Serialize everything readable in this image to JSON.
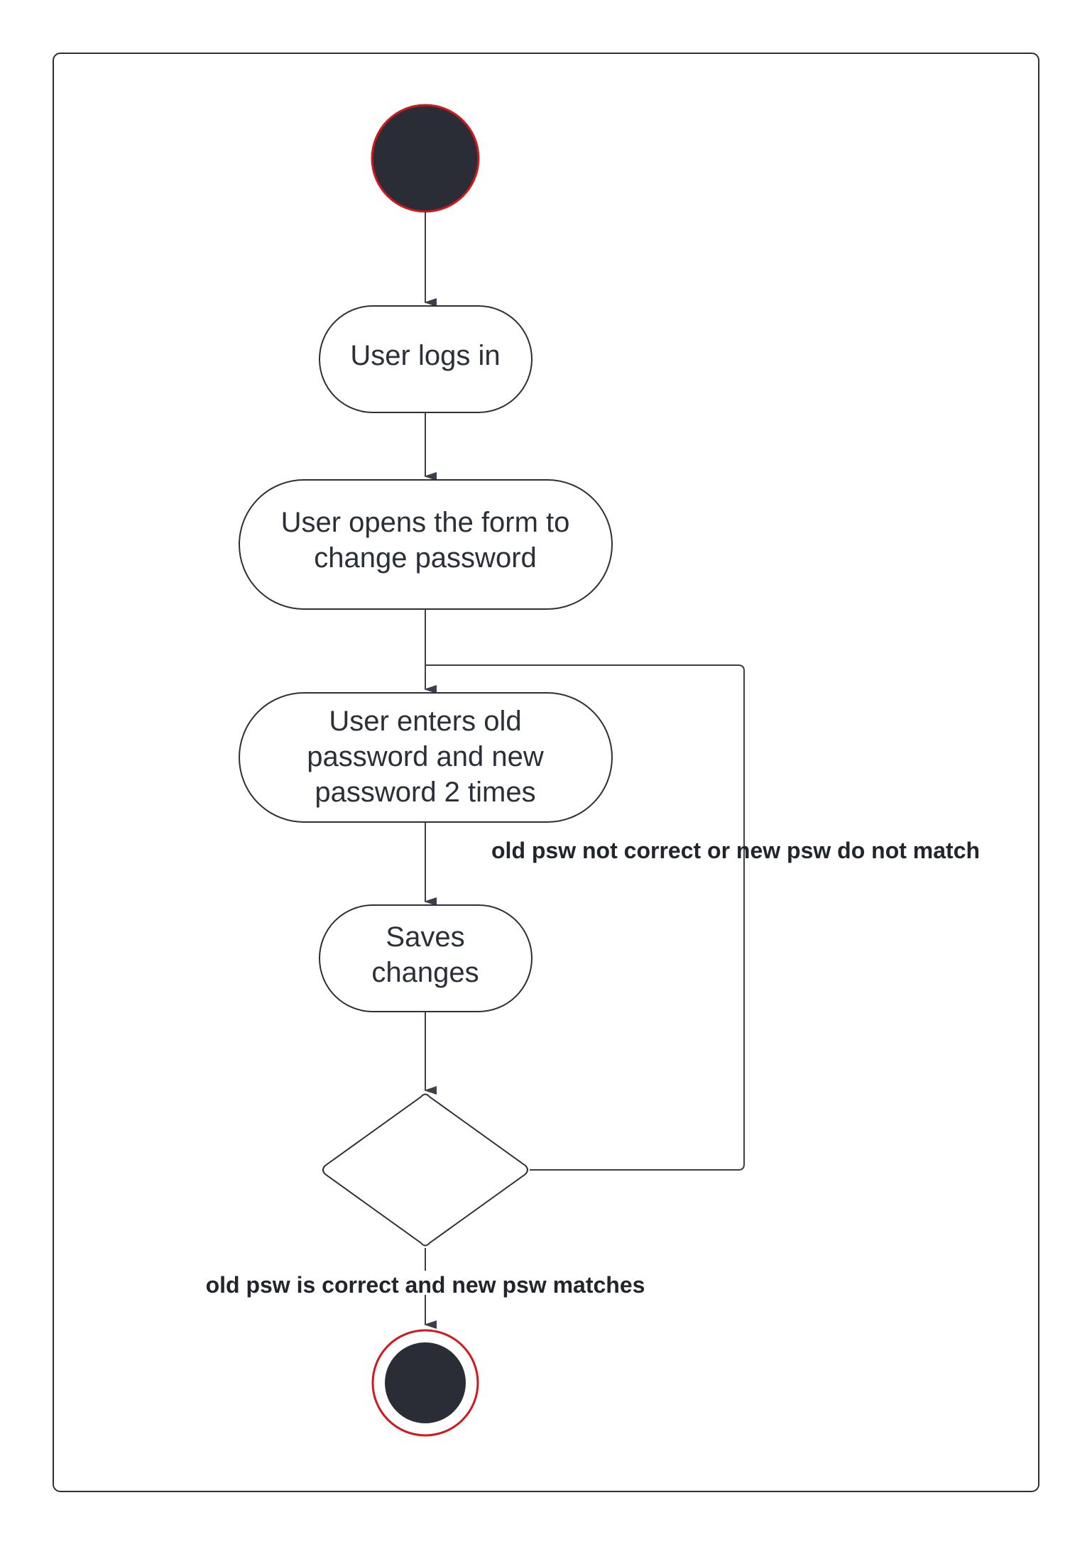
{
  "colors": {
    "node_fill": "#2a2d35",
    "node_ring": "#d0191c",
    "stroke": "#2b2f38",
    "background": "#ffffff"
  },
  "nodes": {
    "initial": {
      "type": "initial-node"
    },
    "login": {
      "type": "action",
      "lines": [
        "User logs in"
      ]
    },
    "open_form": {
      "type": "action",
      "lines": [
        "User opens the form to",
        "change password"
      ]
    },
    "enter_passwords": {
      "type": "action",
      "lines": [
        "User enters old",
        "password and new",
        "password 2 times"
      ]
    },
    "save": {
      "type": "action",
      "lines": [
        "Saves",
        "changes"
      ]
    },
    "decision": {
      "type": "decision"
    },
    "final": {
      "type": "final-node"
    }
  },
  "guards": {
    "retry": "old psw not correct or new psw do not match",
    "success": "old psw is correct and new psw matches"
  }
}
